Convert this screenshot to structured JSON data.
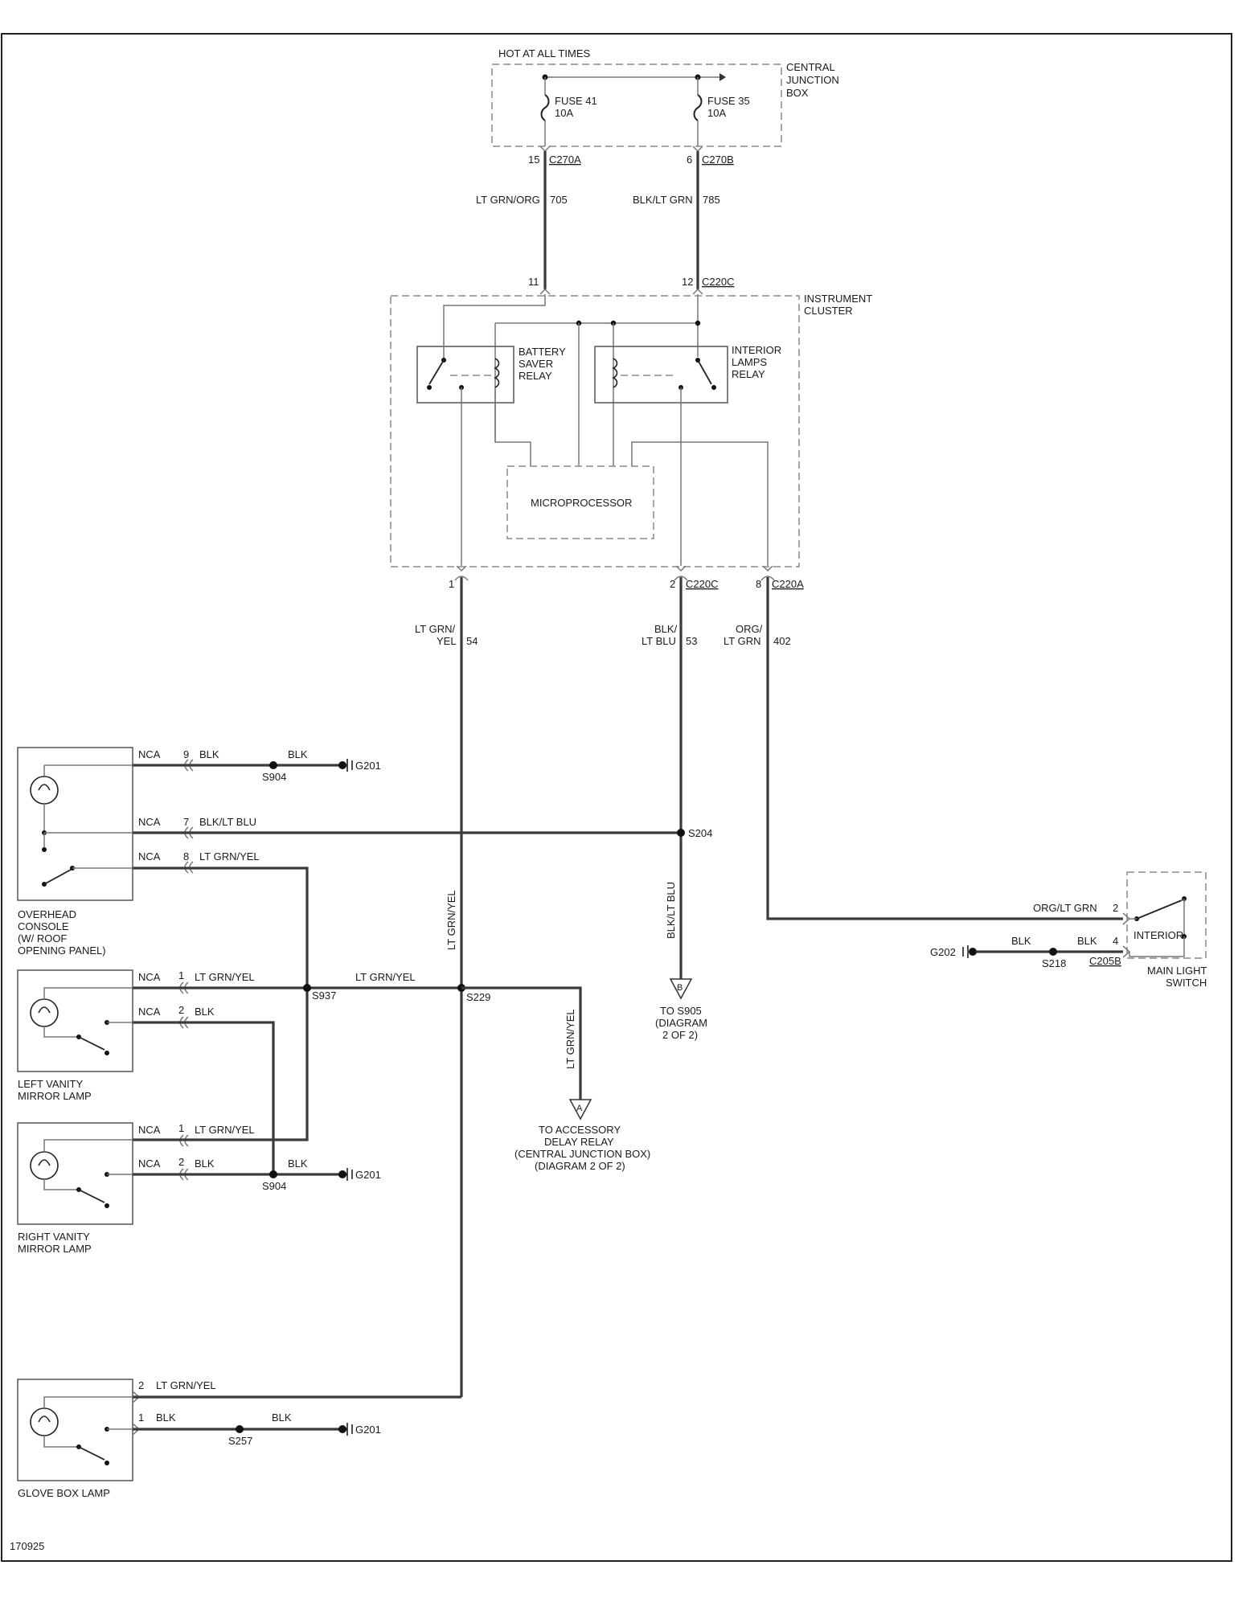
{
  "figure_id": "170925",
  "header": {
    "hot_label": "HOT AT ALL TIMES"
  },
  "central_junction_box": {
    "name": [
      "CENTRAL",
      "JUNCTION",
      "BOX"
    ],
    "fuses": [
      {
        "name": "FUSE 41",
        "rating": "10A"
      },
      {
        "name": "FUSE 35",
        "rating": "10A"
      }
    ]
  },
  "connectors": {
    "c270a": {
      "pin": "15",
      "id": "C270A"
    },
    "c270b": {
      "pin": "6",
      "id": "C270B"
    },
    "c220c_in_11": {
      "pin": "11"
    },
    "c220c_in_12": {
      "pin": "12",
      "id": "C220C"
    },
    "out_1": {
      "pin": "1"
    },
    "out_2": {
      "pin": "2",
      "id": "C220C"
    },
    "out_8": {
      "pin": "8",
      "id": "C220A"
    },
    "c205b": {
      "pin": "4",
      "id": "C205B"
    },
    "c205b_pin2": {
      "pin": "2"
    }
  },
  "wires": {
    "w705": {
      "color": "LT GRN/ORG",
      "circuit": "705"
    },
    "w785": {
      "color": "BLK/LT GRN",
      "circuit": "785"
    },
    "w54": {
      "color": [
        "LT GRN/",
        "YEL"
      ],
      "circuit": "54"
    },
    "w53": {
      "color": [
        "BLK/",
        "LT BLU"
      ],
      "circuit": "53"
    },
    "w402": {
      "color": [
        "ORG/",
        "LT GRN"
      ],
      "circuit": "402"
    },
    "vertical_ltgrnyel": "LT GRN/YEL",
    "vertical_blkltblu": "BLK/LT BLU",
    "vertical_accessory": "LT GRN/YEL",
    "orgltgrn_to_switch": "ORG/LT GRN",
    "s937_to_s229": "LT GRN/YEL"
  },
  "instrument_cluster": {
    "name": [
      "INSTRUMENT",
      "CLUSTER"
    ],
    "battery_saver_relay": [
      "BATTERY",
      "SAVER",
      "RELAY"
    ],
    "interior_lamps_relay": [
      "INTERIOR",
      "LAMPS",
      "RELAY"
    ],
    "microprocessor": "MICROPROCESSOR"
  },
  "overhead_console": {
    "name": [
      "OVERHEAD",
      "CONSOLE",
      "(W/ ROOF",
      "OPENING PANEL)"
    ],
    "rows": [
      {
        "nca": "NCA",
        "pin": "9",
        "color": "BLK"
      },
      {
        "nca": "NCA",
        "pin": "7",
        "color": "BLK/LT BLU"
      },
      {
        "nca": "NCA",
        "pin": "8",
        "color": "LT GRN/YEL"
      }
    ],
    "ground_wire": "BLK"
  },
  "left_vanity": {
    "name": [
      "LEFT VANITY",
      "MIRROR LAMP"
    ],
    "rows": [
      {
        "nca": "NCA",
        "pin": "1",
        "color": "LT GRN/YEL"
      },
      {
        "nca": "NCA",
        "pin": "2",
        "color": "BLK"
      }
    ]
  },
  "right_vanity": {
    "name": [
      "RIGHT VANITY",
      "MIRROR LAMP"
    ],
    "rows": [
      {
        "nca": "NCA",
        "pin": "1",
        "color": "LT GRN/YEL"
      },
      {
        "nca": "NCA",
        "pin": "2",
        "color": "BLK"
      }
    ],
    "ground_wire": "BLK"
  },
  "glove_box": {
    "name": "GLOVE BOX LAMP",
    "rows": [
      {
        "pin": "2",
        "color": "LT GRN/YEL"
      },
      {
        "pin": "1",
        "color": "BLK"
      }
    ],
    "ground_wire": "BLK"
  },
  "splices": {
    "s904_top": "S904",
    "s904_bottom": "S904",
    "s204": "S204",
    "s937": "S937",
    "s229": "S229",
    "s257": "S257",
    "s218": "S218"
  },
  "grounds": {
    "g201_top": "G201",
    "g201_mid": "G201",
    "g201_bottom": "G201",
    "g202": "G202"
  },
  "refs": {
    "b": {
      "letter": "B",
      "text": [
        "TO S905",
        "(DIAGRAM",
        "2 OF 2)"
      ]
    },
    "a": {
      "letter": "A",
      "text": [
        "TO ACCESSORY",
        "DELAY RELAY",
        "(CENTRAL JUNCTION BOX)",
        "(DIAGRAM 2 OF 2)"
      ]
    }
  },
  "main_light_switch": {
    "name": [
      "MAIN LIGHT",
      "SWITCH"
    ],
    "interior": "INTERIOR",
    "blk_left": "BLK",
    "blk_right": "BLK"
  }
}
